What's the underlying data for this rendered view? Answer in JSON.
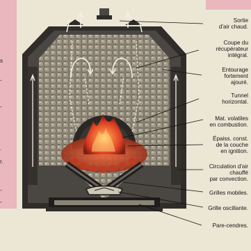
{
  "margin_fragments": [
    "s",
    "-",
    "-",
    ".",
    "r.",
    "-",
    "-"
  ],
  "labels": [
    {
      "id": "air-outlet",
      "text": "Sortie\nd'air chaud."
    },
    {
      "id": "section-cut",
      "text": "Coupe du\nrécupérateur\nintégral."
    },
    {
      "id": "openwork-surround",
      "text": "Entourage\nfortement\najouré."
    },
    {
      "id": "horizontal-tunnel",
      "text": "Tunnel\nhorizontal."
    },
    {
      "id": "volatile-matter",
      "text": "Mat. volatiles\nen combustion."
    },
    {
      "id": "layer-thickness",
      "text": "Épaiss. const.\nde la couche\nen ignition."
    },
    {
      "id": "air-circulation",
      "text": "Circulation d'air\nchauffé\npar convection."
    },
    {
      "id": "mobile-grates",
      "text": "Grilles mobiles."
    },
    {
      "id": "oscillating-grate",
      "text": "Grille oscillante."
    },
    {
      "id": "ash-guard",
      "text": "Pare-cendres."
    }
  ],
  "colors": {
    "background": "#ece6d5",
    "margin_pink": "#e9b7bd",
    "stove_body": "#3d3a36",
    "stove_dark": "#1f1d1b",
    "coal": "#9a9280",
    "fire": "#e8542c",
    "fire_hot": "#ffd27a",
    "arrow": "#f3efe6"
  }
}
